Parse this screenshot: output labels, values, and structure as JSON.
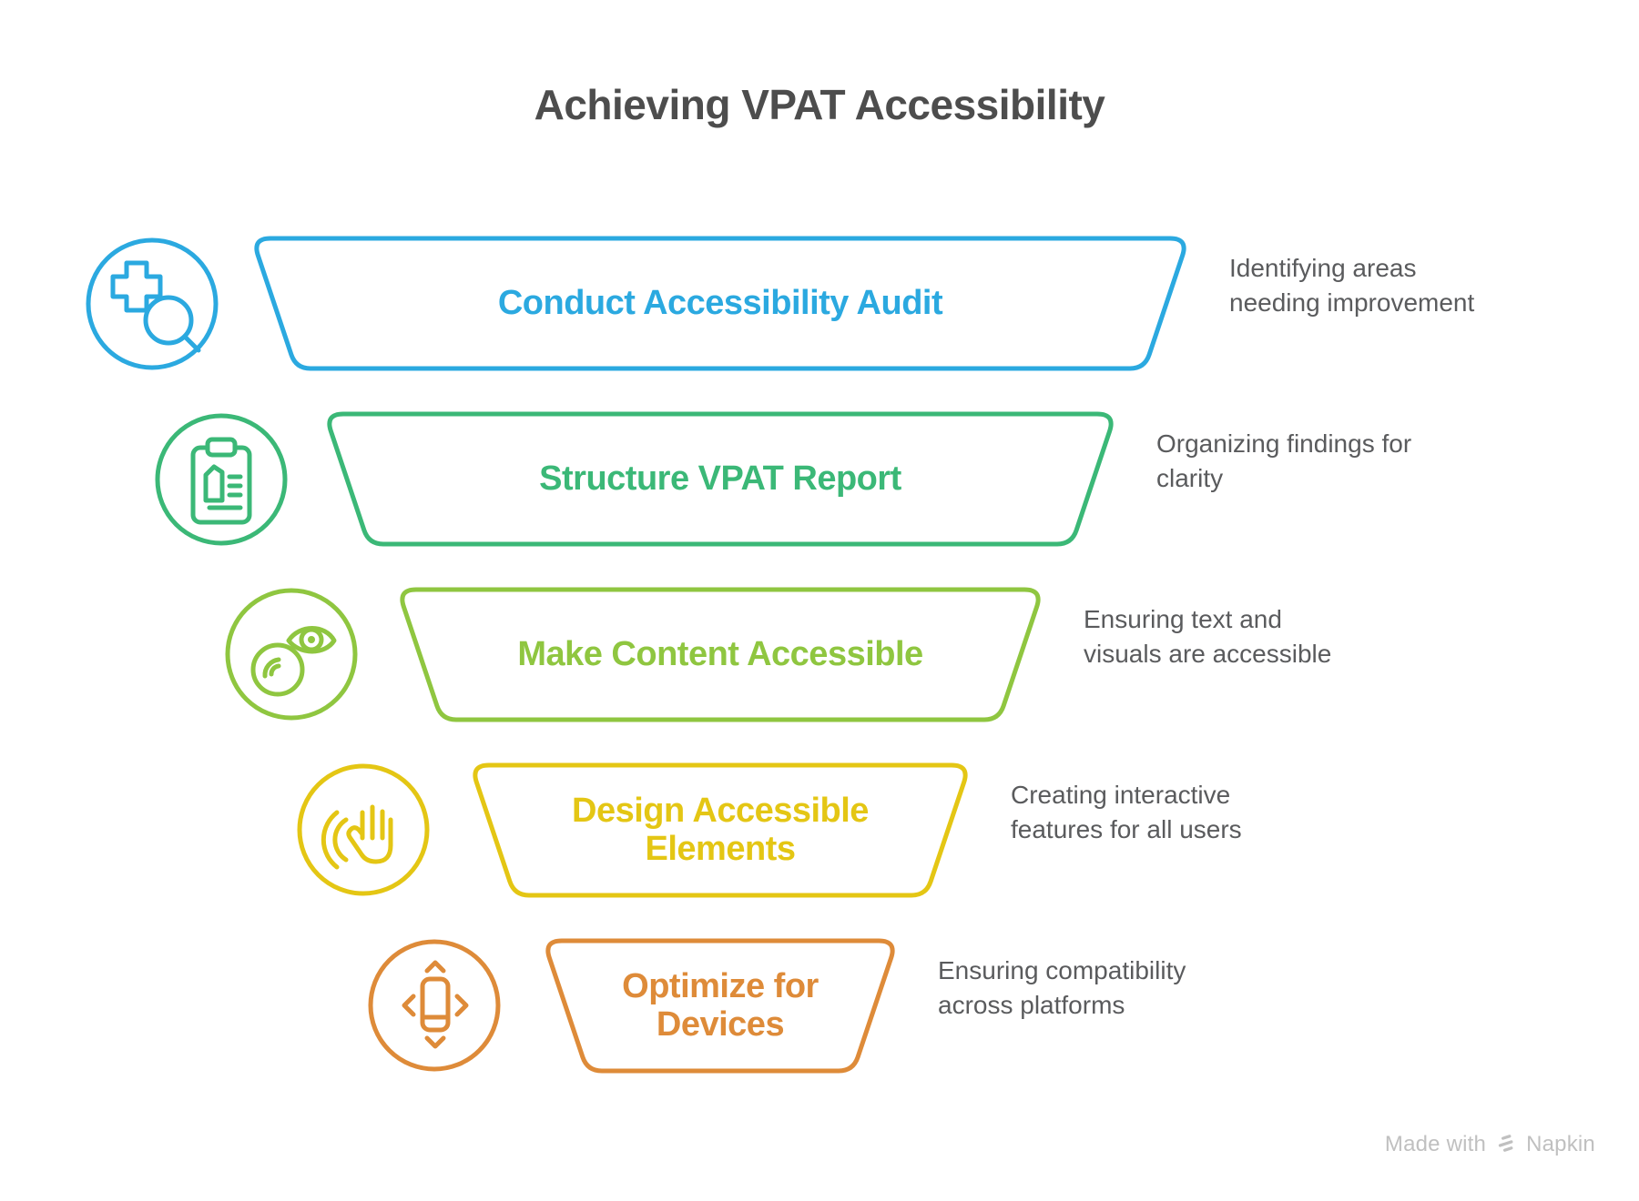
{
  "title": "Achieving VPAT Accessibility",
  "steps": [
    {
      "label": "Conduct Accessibility Audit",
      "description": "Identifying areas\nneeding improvement",
      "color": "#2BA9E0",
      "icon": "audit-magnifier-cross-icon"
    },
    {
      "label": "Structure VPAT Report",
      "description": "Organizing findings for\nclarity",
      "color": "#3BB877",
      "icon": "clipboard-report-icon"
    },
    {
      "label": "Make Content Accessible",
      "description": "Ensuring text and\nvisuals are accessible",
      "color": "#8FC640",
      "icon": "eye-visibility-icon"
    },
    {
      "label": "Design Accessible Elements",
      "description": "Creating interactive\nfeatures for all users",
      "color": "#E4C614",
      "icon": "touch-hand-icon"
    },
    {
      "label": "Optimize for Devices",
      "description": "Ensuring compatibility\nacross platforms",
      "color": "#DE8B39",
      "icon": "device-arrows-icon"
    }
  ],
  "text_colors": {
    "title": "#4D4D4D",
    "description": "#5A5B5D",
    "footer": "#C0C0C0"
  },
  "footer": {
    "made_with": "Made with",
    "brand": "Napkin"
  }
}
